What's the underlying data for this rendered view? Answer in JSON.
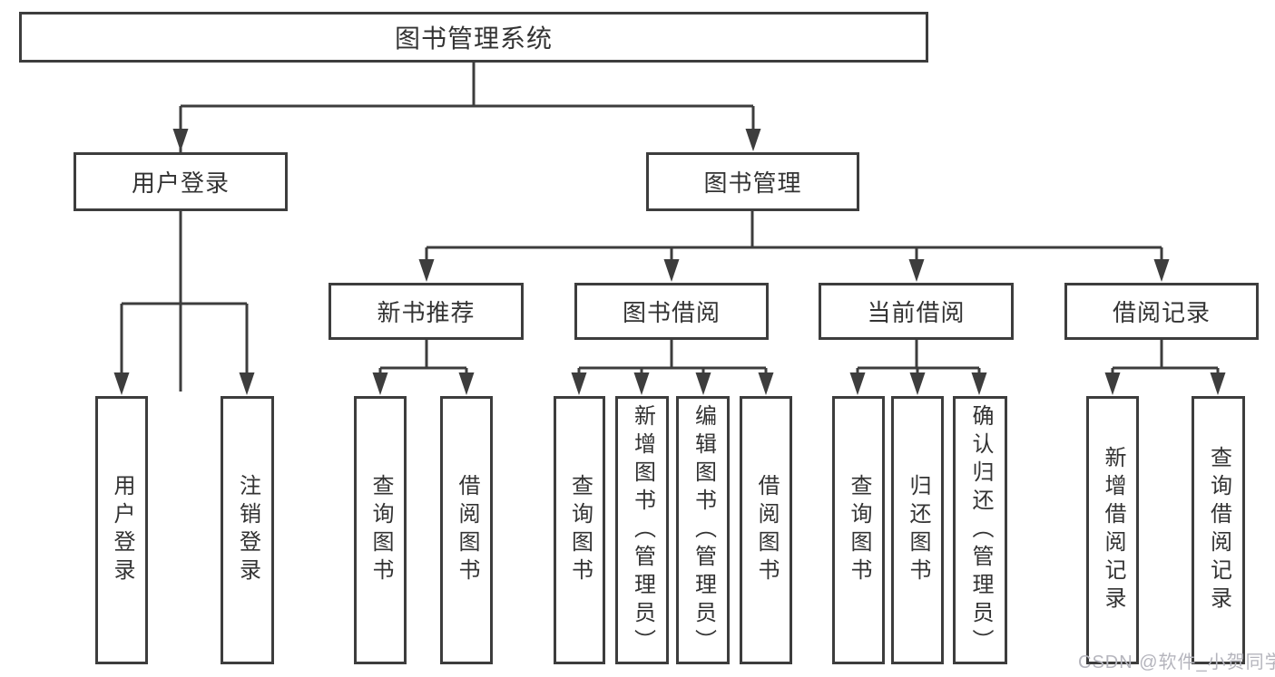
{
  "diagram": {
    "root": {
      "label": "图书管理系统"
    },
    "level2": {
      "user_login": {
        "label": "用户登录"
      },
      "book_mgmt": {
        "label": "图书管理"
      }
    },
    "level3": {
      "new_books": {
        "label": "新书推荐"
      },
      "book_borrow": {
        "label": "图书借阅"
      },
      "current_borrow": {
        "label": "当前借阅"
      },
      "borrow_records": {
        "label": "借阅记录"
      }
    },
    "leaves": {
      "user_login_leaf": {
        "label": "用户登录"
      },
      "logout_leaf": {
        "label": "注销登录"
      },
      "nb_query": {
        "label": "查询图书"
      },
      "nb_borrow": {
        "label": "借阅图书"
      },
      "bb_query": {
        "label": "查询图书"
      },
      "bb_add": {
        "label": "新增图书（管理员）"
      },
      "bb_edit": {
        "label": "编辑图书（管理员）"
      },
      "bb_borrow": {
        "label": "借阅图书"
      },
      "cb_query": {
        "label": "查询图书"
      },
      "cb_return": {
        "label": "归还图书"
      },
      "cb_confirm": {
        "label": "确认归还（管理员）"
      },
      "br_add": {
        "label": "新增借阅记录"
      },
      "br_query": {
        "label": "查询借阅记录"
      }
    },
    "structure": [
      {
        "parent": "图书管理系统",
        "children": [
          "用户登录",
          "图书管理"
        ]
      },
      {
        "parent": "用户登录",
        "children": [
          "用户登录",
          "注销登录"
        ]
      },
      {
        "parent": "图书管理",
        "children": [
          "新书推荐",
          "图书借阅",
          "当前借阅",
          "借阅记录"
        ]
      },
      {
        "parent": "新书推荐",
        "children": [
          "查询图书",
          "借阅图书"
        ]
      },
      {
        "parent": "图书借阅",
        "children": [
          "查询图书",
          "新增图书（管理员）",
          "编辑图书（管理员）",
          "借阅图书"
        ]
      },
      {
        "parent": "当前借阅",
        "children": [
          "查询图书",
          "归还图书",
          "确认归还（管理员）"
        ]
      },
      {
        "parent": "借阅记录",
        "children": [
          "新增借阅记录",
          "查询借阅记录"
        ]
      }
    ]
  },
  "watermark": {
    "text": "CSDN @软件_小贺同学"
  },
  "colors": {
    "line": "#3d3d3d",
    "text": "#333333",
    "watermark": "#b5b5bd",
    "background": "#ffffff"
  }
}
